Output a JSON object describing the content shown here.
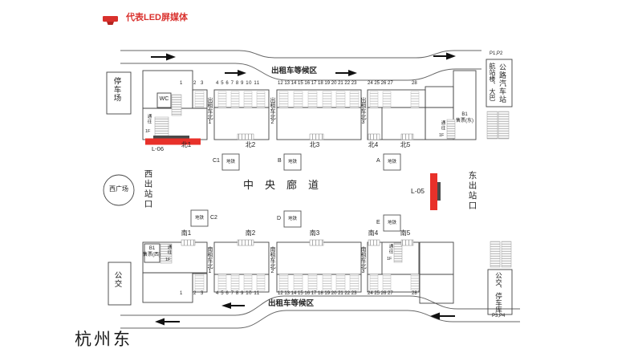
{
  "legend": {
    "led_label": "代表LED屏媒体"
  },
  "title": {
    "station": "杭州东"
  },
  "colors": {
    "led_red": "#e8312a",
    "legend_red": "#d9302c",
    "line": "#555555"
  },
  "labels": {
    "parking": "停车场",
    "bus": "公交",
    "taxi_waiting": "出租车等候区",
    "central_corridor": "中央廊道",
    "west_square": "西广场",
    "west_exit": "西出站口",
    "east_exit": "东出站口",
    "wc": "WC",
    "to": "通往",
    "floor_1f": "1F",
    "b1": "B1",
    "ticket_east": "售票(东)",
    "ticket_west": "售票(西)",
    "road_bus_station": "公路汽车站",
    "terminal_coach": "航站楼、大巴",
    "bus_garage": "公交、停车库",
    "p12": "P1,P2",
    "p34": "P3,P4"
  },
  "led_screens": {
    "l05": "L-05",
    "l06": "L-06"
  },
  "metro": {
    "label": "地铁",
    "stations": {
      "a": "A",
      "b": "B",
      "c1": "C1",
      "c2": "C2",
      "d": "D",
      "e": "E"
    }
  },
  "north": {
    "n1": "北1",
    "n2": "北2",
    "n3": "北3",
    "n4": "北4",
    "n5": "北5",
    "taxi1": "出租车北1",
    "taxi2": "出租车北2",
    "taxi3": "出租车北3"
  },
  "south": {
    "s1": "南1",
    "s2": "南2",
    "s3": "南3",
    "s4": "南4",
    "s5": "南5",
    "taxi1": "南租车北1",
    "taxi2": "南租车北2",
    "taxi3": "南租车北3"
  },
  "platform_numbers": {
    "g1": "1",
    "g2": "2 3",
    "g3": "4 5 6 7 8 9 10 11",
    "g4": "12 13 14 15 16 17 18 19 20 21 22 23",
    "g5": "24 25 26 27",
    "g6": "28"
  }
}
